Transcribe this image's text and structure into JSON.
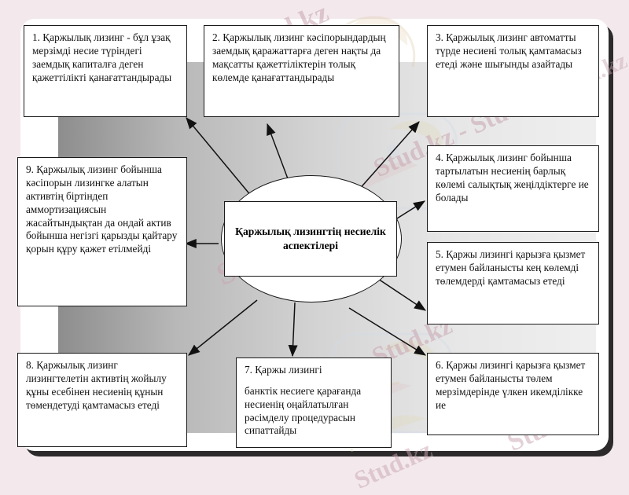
{
  "diagram": {
    "center": {
      "label": "Қаржылық лизингтің несиелік аспектілері"
    },
    "nodes": [
      {
        "id": "node-1",
        "text": "1. Қаржылық лизинг - бұл ұзақ мерзімді несие түріндегі заемдық капиталға деген қажеттілікті қанағаттандырады"
      },
      {
        "id": "node-2",
        "text": "2. Қаржылық лизинг кәсіпорындардың заемдық қаражаттарға деген нақты да мақсатты қажеттіліктерін толық көлемде  қанағаттандырады"
      },
      {
        "id": "node-3",
        "text": "3. Қаржылық лизинг автоматты түрде несиені толық қамтамасыз етеді және шығынды азайтады"
      },
      {
        "id": "node-4",
        "text": "4. Қаржылық лизинг бойынша тартылатын несиенің барлық көлемі салықтық жеңілдіктерге ие болады"
      },
      {
        "id": "node-5",
        "text": "5. Қаржы лизингі қарызға қызмет етумен байланысты кең көлемді төлемдерді қамтамасыз етеді"
      },
      {
        "id": "node-6",
        "text": "6. Қаржы лизингі  қарызға қызмет етумен байланысты төлем мерзімдерінде үлкен икемділікке ие"
      },
      {
        "id": "node-7",
        "text_line1": "7. Қаржы лизингі",
        "text_line2": "банктік несиеге қарағанда несиенің оңайлатылған рәсімделу процедурасын сипаттайды"
      },
      {
        "id": "node-8",
        "text": "8. Қаржылық лизинг лизингтелетін активтің жойылу құны есебінен несиенің құнын төмендетуді қамтамасыз етеді"
      },
      {
        "id": "node-9",
        "text": "9. Қаржылық лизинг бойынша кәсіпорын лизингке алатын активтің біртіндеп аммортизациясын жасайтындықтан да ондай актив бойынша негізгі қарызды қайтару қорын құру қажет етілмейді"
      }
    ],
    "watermarks": [
      {
        "text": "Stud.kz"
      },
      {
        "text": "Stud.kz - Stud.kz"
      },
      {
        "text": "Stud.kz"
      },
      {
        "text": "Stud.kz - Stud.kz"
      },
      {
        "text": "Stud.kz"
      },
      {
        "text": "Stud.kz"
      },
      {
        "text": "Stud.kz"
      }
    ],
    "colors": {
      "page_background": "#f3e9ed",
      "card_background": "#ffffff",
      "panel_gradient_start": "#8d8d8d",
      "panel_gradient_end": "#efefef",
      "box_border": "#1a1a1a",
      "text": "#111111",
      "watermark": "#c9a5b0"
    }
  }
}
